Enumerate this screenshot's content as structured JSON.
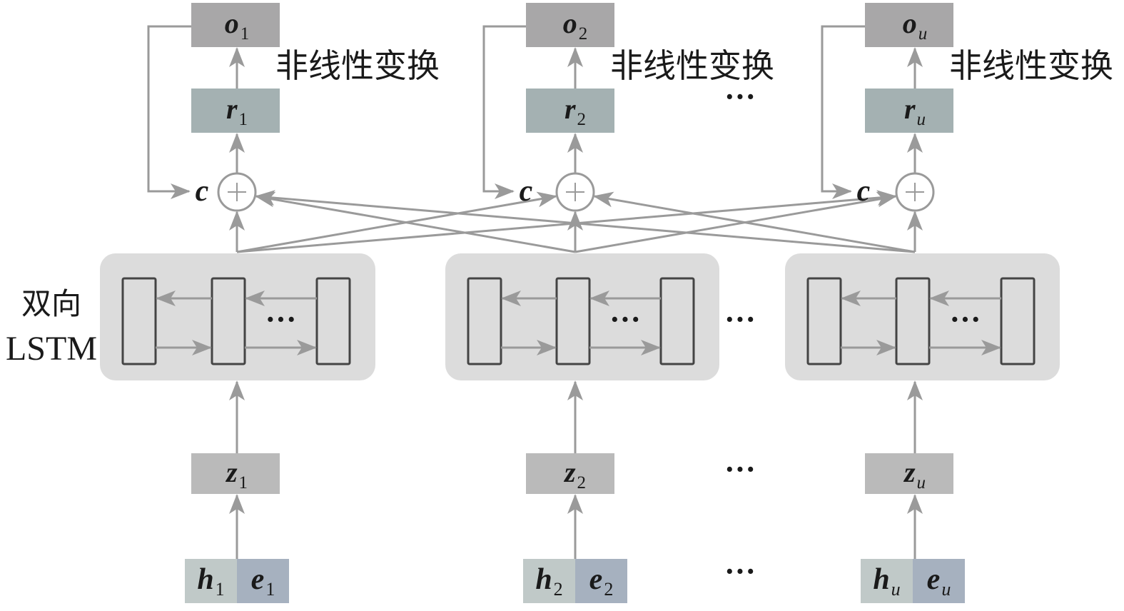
{
  "diagram": {
    "title": "",
    "colors": {
      "output_box": "#a8a7a8",
      "r_box": "#a4b1b2",
      "lstm_block": "#dcdcdc",
      "lstm_cell_border": "#444444",
      "z_box": "#bababa",
      "h_box": "#c0c9c8",
      "e_box": "#a6b1bf",
      "arrow": "#9a9a9a",
      "text": "#1a1a1a"
    },
    "lstm_label": {
      "line1": "双向",
      "line2": "LSTM"
    },
    "nonlinear_label": "非线性变换",
    "context_label": "c",
    "plus_symbol": "+",
    "ellipsis": "···",
    "columns": [
      {
        "id": "1",
        "output": {
          "var": "o",
          "sub": "1",
          "sub_italic": false
        },
        "r": {
          "var": "r",
          "sub": "1",
          "sub_italic": false
        },
        "z": {
          "var": "z",
          "sub": "1",
          "sub_italic": false
        },
        "h": {
          "var": "h",
          "sub": "1",
          "sub_italic": false
        },
        "e": {
          "var": "e",
          "sub": "1",
          "sub_italic": false
        }
      },
      {
        "id": "2",
        "output": {
          "var": "o",
          "sub": "2",
          "sub_italic": false
        },
        "r": {
          "var": "r",
          "sub": "2",
          "sub_italic": false
        },
        "z": {
          "var": "z",
          "sub": "2",
          "sub_italic": false
        },
        "h": {
          "var": "h",
          "sub": "2",
          "sub_italic": false
        },
        "e": {
          "var": "e",
          "sub": "2",
          "sub_italic": false
        }
      },
      {
        "id": "u",
        "output": {
          "var": "o",
          "sub": "u",
          "sub_italic": true
        },
        "r": {
          "var": "r",
          "sub": "u",
          "sub_italic": true
        },
        "z": {
          "var": "z",
          "sub": "u",
          "sub_italic": true
        },
        "h": {
          "var": "h",
          "sub": "u",
          "sub_italic": true
        },
        "e": {
          "var": "e",
          "sub": "u",
          "sub_italic": true
        }
      }
    ]
  }
}
